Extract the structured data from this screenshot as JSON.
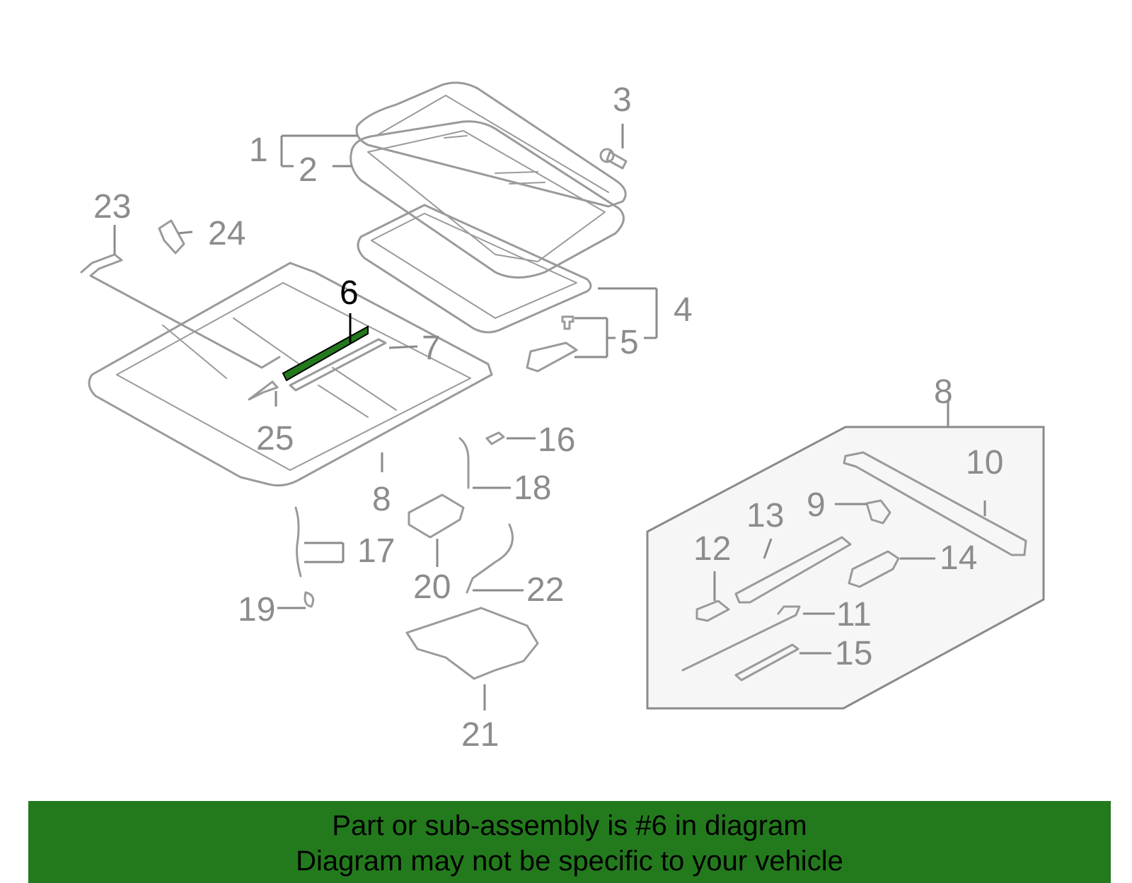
{
  "diagram": {
    "highlight_color": "#237a1d",
    "part_color": "#9a9a9a",
    "highlighted_part": "6",
    "callouts": [
      "1",
      "2",
      "3",
      "4",
      "5",
      "6",
      "7",
      "8",
      "9",
      "10",
      "11",
      "12",
      "13",
      "14",
      "15",
      "16",
      "17",
      "18",
      "19",
      "20",
      "21",
      "22",
      "23",
      "24",
      "25"
    ],
    "inset_label": "8"
  },
  "banner": {
    "line1": "Part or sub-assembly is #6 in diagram",
    "line2": "Diagram may not be specific to your vehicle",
    "background": "#237a1d"
  }
}
